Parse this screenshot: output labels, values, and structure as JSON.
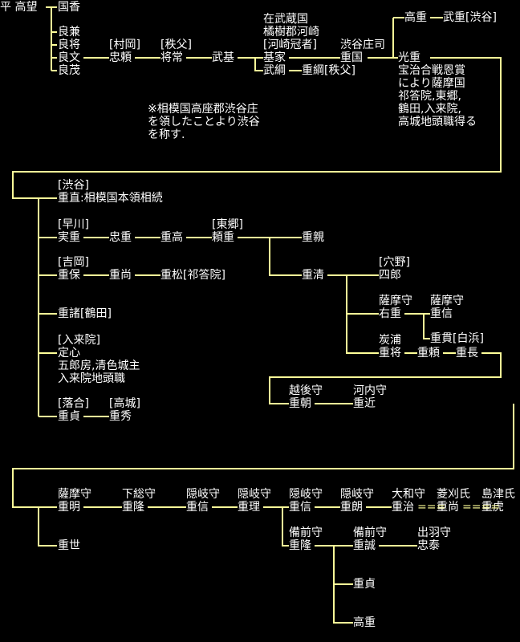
{
  "colors": {
    "background": "#000000",
    "text": "#ffffff",
    "line": "#ffff99"
  },
  "blocks": [
    {
      "text": "平 高望"
    },
    {
      "text": "国香"
    },
    {
      "text": "良兼\n良将\n良文\n良茂"
    },
    {
      "text": "[村岡]\n忠頼"
    },
    {
      "text": "[秩父]\n将常"
    },
    {
      "text": "武基"
    },
    {
      "text": "在武蔵国\n橘樹郡河崎\n[河崎冠者]\n基家\n武綱"
    },
    {
      "text": "重綱[秩父]"
    },
    {
      "text": "渋谷庄司\n重国"
    },
    {
      "text": "高重"
    },
    {
      "text": "武重[渋谷]"
    },
    {
      "text": "光重\n宝治合戦恩賞\nにより薩摩国\n祁答院,東郷,\n鶴田,入来院,\n高城地頭職得る"
    },
    {
      "text": "※相模国高座郡渋谷庄\nを領したことより渋谷\nを称す."
    },
    {
      "text": "[渋谷]\n重直:相模国本領相続"
    },
    {
      "text": "[早川]\n実重"
    },
    {
      "text": "忠重"
    },
    {
      "text": "重高"
    },
    {
      "text": "[東郷]\n頼重"
    },
    {
      "text": "重親"
    },
    {
      "text": "[吉岡]\n重保"
    },
    {
      "text": "重尚"
    },
    {
      "text": "重松[祁答院]"
    },
    {
      "text": "重清"
    },
    {
      "text": "[穴野]\n四郎"
    },
    {
      "text": "重諸[鶴田]"
    },
    {
      "text": "薩摩守\n右重"
    },
    {
      "text": "薩摩守\n重信"
    },
    {
      "text": "重貫[白浜]"
    },
    {
      "text": "[入来院]\n定心\n五郎房,清色城主\n入来院地頭職"
    },
    {
      "text": "炭浦\n重将"
    },
    {
      "text": "重頼"
    },
    {
      "text": "重長"
    },
    {
      "text": "越後守\n重朝"
    },
    {
      "text": "河内守\n重近"
    },
    {
      "text": "[落合]\n重貞"
    },
    {
      "text": "[高城]\n重秀"
    },
    {
      "text": "薩摩守\n重明"
    },
    {
      "text": "下総守\n重隆"
    },
    {
      "text": "隠岐守\n重信"
    },
    {
      "text": "隠岐守\n重理"
    },
    {
      "text": "隠岐守\n重信"
    },
    {
      "text": "隠岐守\n重朗"
    },
    {
      "text": "大和守\n重治"
    },
    {
      "text": "菱刈氏\n重尚"
    },
    {
      "text": "島津氏\n重虎"
    },
    {
      "text": "==="
    },
    {
      "text": "===="
    },
    {
      "text": "重世"
    },
    {
      "text": "備前守\n重隆"
    },
    {
      "text": "備前守\n重誠"
    },
    {
      "text": "出羽守\n忠泰"
    },
    {
      "text": "重貞"
    },
    {
      "text": "高重"
    }
  ]
}
